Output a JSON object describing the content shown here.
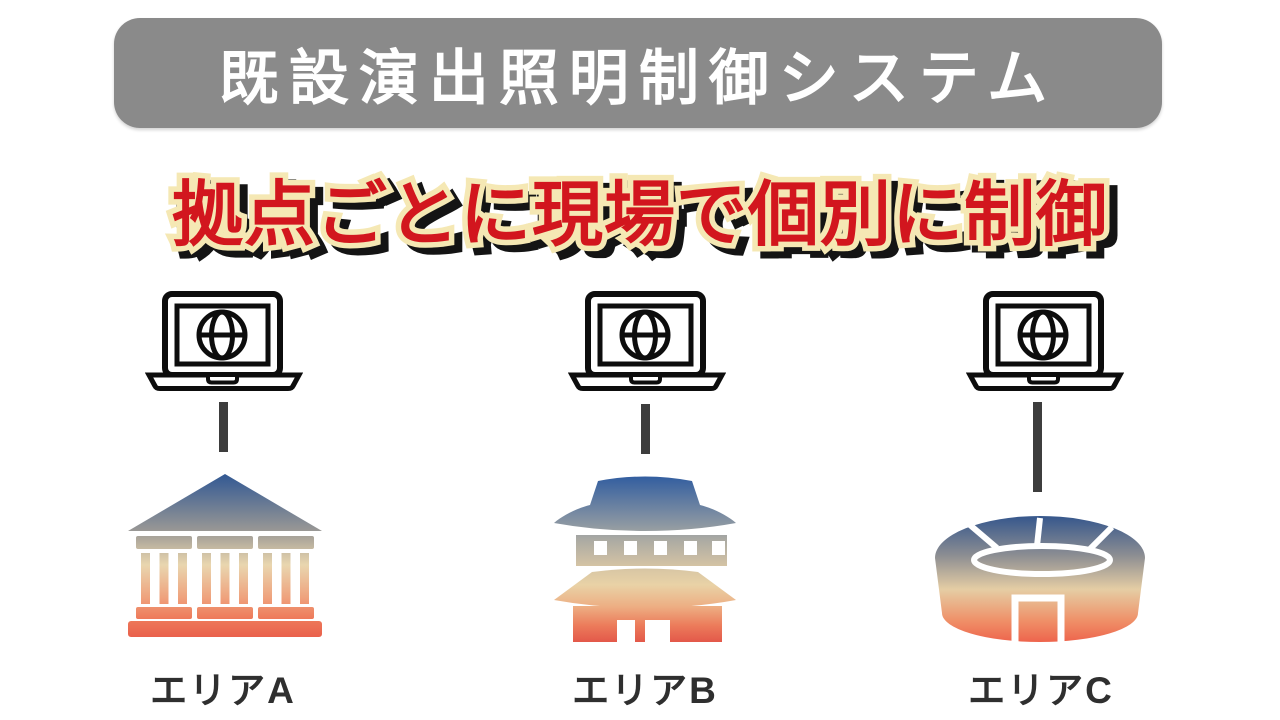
{
  "page": {
    "background": "#FFFFFF"
  },
  "header": {
    "title": "既設演出照明制御システム",
    "bar_color": "#8A8A8A",
    "text_color": "#FFFFFF"
  },
  "subtitle": {
    "text": "拠点ごとに現場で個別に制御",
    "fill_color": "#D2161E",
    "outline_color": "#F5E8B4",
    "shadow_color": "#141414"
  },
  "sites": [
    {
      "label": "エリアA",
      "device_icon": "laptop-globe-icon",
      "building_icon": "classical-building-icon"
    },
    {
      "label": "エリアB",
      "device_icon": "laptop-globe-icon",
      "building_icon": "temple-building-icon"
    },
    {
      "label": "エリアC",
      "device_icon": "laptop-globe-icon",
      "building_icon": "stadium-building-icon"
    }
  ],
  "colors": {
    "connector": "#3D3D3D",
    "icon_stroke": "#0D0D0D",
    "label_text": "#2F2F2F",
    "gradient_top_blue": "#2E5693",
    "gradient_mid_gray": "#989795",
    "gradient_mid_cream": "#E9D6AF",
    "gradient_bottom_red": "#E95F4B"
  }
}
